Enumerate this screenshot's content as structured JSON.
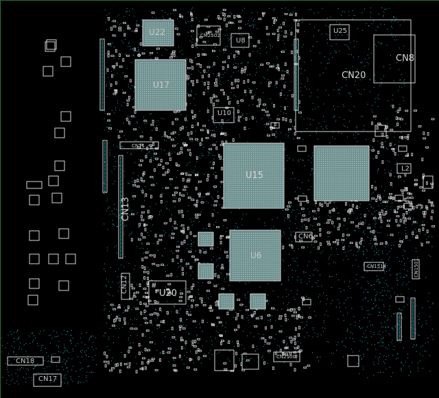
{
  "components": {
    "u22": "U22",
    "u17": "U17",
    "cm2502": "CM2502",
    "u8": "U8",
    "u10": "U10",
    "u15": "U15",
    "u6": "U6",
    "u20": "U20",
    "u25": "U25",
    "cn8": "CN8",
    "cn20": "CN20",
    "cn11": "CN11",
    "cn13": "CN13",
    "cn12": "CN12",
    "cn6": "CN6",
    "cn18": "CN18",
    "cn17": "CN17",
    "cn2500": "CN2500",
    "cn1501": "CN1501",
    "cn1514": "CN1514",
    "l2": "L2"
  },
  "colors": {
    "background": "#000000",
    "outline": "#d9d9d9",
    "bga_fill": "#6f8f8f",
    "dots": "#2fb6c8",
    "frame": "#2f6f2f"
  }
}
